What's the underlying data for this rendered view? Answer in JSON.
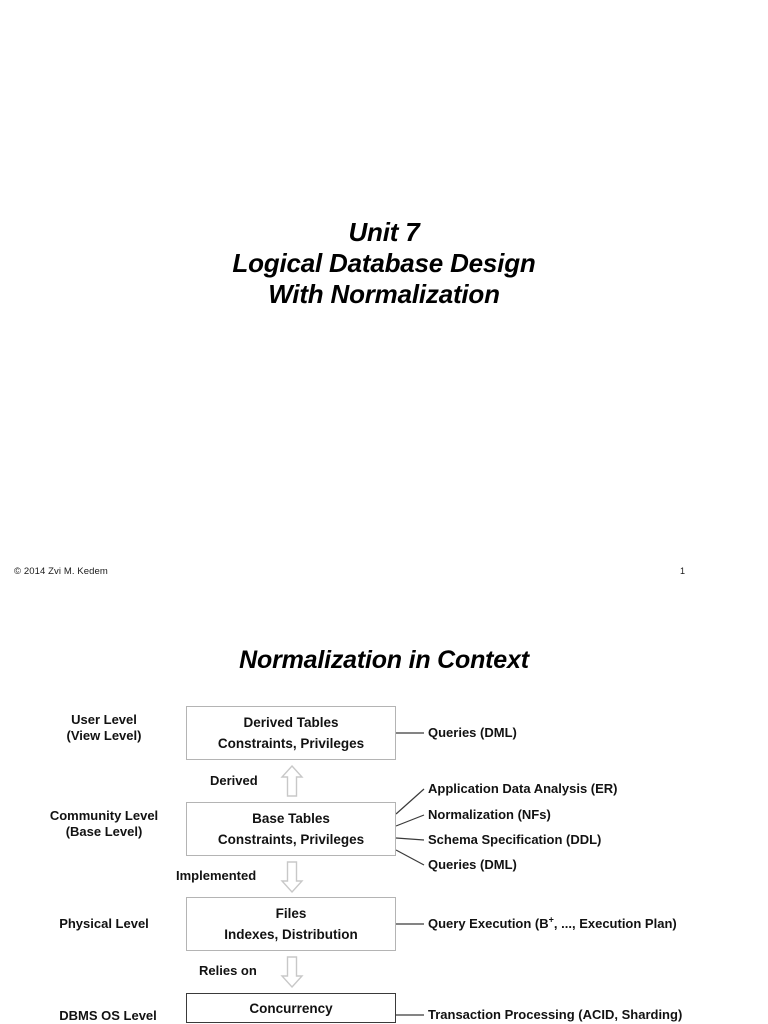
{
  "slide_one": {
    "title_lines": [
      "Unit 7",
      "Logical Database Design",
      "With Normalization"
    ],
    "footer": "©  2014 Zvi M. Kedem",
    "page_number": "1"
  },
  "slide_two": {
    "heading": "Normalization in Context",
    "levels": [
      {
        "id": "user",
        "label_lines": [
          "User Level",
          "(View Level)"
        ]
      },
      {
        "id": "community",
        "label_lines": [
          "Community Level",
          "(Base Level)"
        ]
      },
      {
        "id": "physical",
        "label_lines": [
          "Physical Level"
        ]
      },
      {
        "id": "dbms-os",
        "label_lines": [
          "DBMS OS Level"
        ]
      }
    ],
    "boxes": [
      {
        "id": "derived-tables",
        "lines": [
          "Derived Tables",
          "Constraints, Privileges"
        ]
      },
      {
        "id": "base-tables",
        "lines": [
          "Base Tables",
          "Constraints, Privileges"
        ]
      },
      {
        "id": "files",
        "lines": [
          "Files",
          "Indexes, Distribution"
        ]
      },
      {
        "id": "concurrency",
        "lines": [
          "Concurrency"
        ]
      }
    ],
    "edges": [
      {
        "id": "derived",
        "label": "Derived",
        "direction": "up"
      },
      {
        "id": "implemented",
        "label": "Implemented",
        "direction": "down"
      },
      {
        "id": "relies-on",
        "label": "Relies on",
        "direction": "down"
      }
    ],
    "annotations": {
      "user_level": [
        "Queries (DML)"
      ],
      "community_level": [
        "Application Data Analysis (ER)",
        "Normalization (NFs)",
        "Schema Specification (DDL)",
        "Queries (DML)"
      ],
      "physical_level_prefix": "Query Execution (B",
      "physical_level_sup": "+",
      "physical_level_suffix": ", ..., Execution Plan)",
      "dbms_os_level": [
        "Transaction Processing (ACID, Sharding)"
      ]
    }
  },
  "colors": {
    "text": "#121212",
    "box_border": "#b4b4b4",
    "box_border_dark": "#3a3a3a",
    "arrow_outline": "#c8c8c8",
    "connector": "#3a3a3a",
    "background": "#ffffff"
  }
}
